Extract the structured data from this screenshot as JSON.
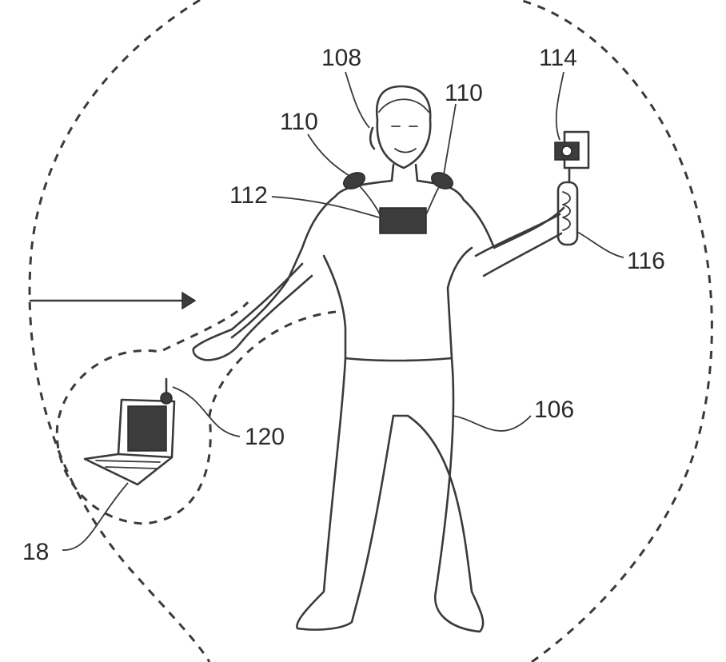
{
  "labels": {
    "person": "106",
    "headset": "108",
    "shoulder_left": "110",
    "shoulder_right": "110",
    "chest_unit": "112",
    "camera": "114",
    "handle": "116",
    "laptop": "18",
    "antenna": "120"
  },
  "colors": {
    "line": "#3a3a3a",
    "fill_dark": "#3c3c3c",
    "background": "#ffffff"
  }
}
